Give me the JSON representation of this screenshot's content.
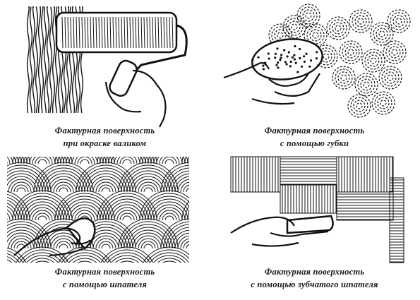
{
  "panels": [
    {
      "id": "roller",
      "caption": [
        "Фактурная поверхность",
        "при окраске валиком"
      ]
    },
    {
      "id": "sponge",
      "caption": [
        "Фактурная поверхность",
        "с помощью губки"
      ]
    },
    {
      "id": "spatula",
      "caption": [
        "Фактурная поверхность",
        "с помощью шпателя"
      ]
    },
    {
      "id": "notched",
      "caption": [
        "Фактурная поверхность",
        "с помощью зубчатого шпателя"
      ]
    }
  ],
  "colors": {
    "ink": "#111111",
    "paper": "#ffffff"
  }
}
